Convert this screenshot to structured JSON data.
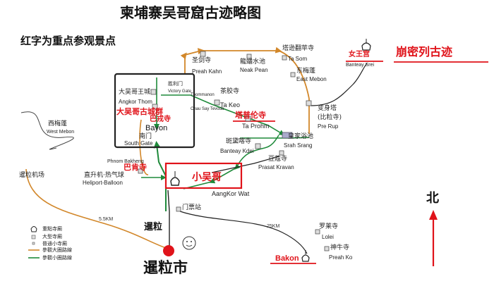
{
  "title": "柬埔寨吴哥窟古迹略图",
  "subtitle": "红字为重点参观景点",
  "north": "北",
  "sites": {
    "preah_kahn_zh": "圣剑寺",
    "preah_kahn_en": "Preah Kahn",
    "neak_pean_zh": "龍蟠水池",
    "neak_pean_en": "Neak Pean",
    "ta_som_zh": "塔逊翻苹寺",
    "ta_som_en": "Ta Som",
    "east_mebon_zh": "东梅蓬",
    "east_mebon_en": "East Mebon",
    "banteay_srei_zh": "女王宫",
    "banteay_srei_en": "Banteay Srei",
    "beng_mealea_zh": "崩密列古迹",
    "angkor_thom_zh": "大吴哥王城",
    "angkor_thom_en": "Angkor Thom",
    "victory_gate": "胜利门",
    "victory_gate_en": "Victory Gate",
    "thommanon": "Thommanon",
    "chau_say": "Chau Say Tevoda",
    "ta_keo_zh": "茶胶寺",
    "ta_keo_en": "Ta Keo",
    "angkor_thom_red": "大吴哥古城群",
    "bayon_red": "巴戎寺",
    "bayon_en": "Bayon",
    "south_gate_zh": "南门",
    "south_gate_en": "South Gate",
    "ta_prohm_red": "塔普伦寺",
    "ta_prohm_en": "Ta Prohm",
    "pre_rup_zh": "变身塔",
    "pre_rup_zh2": "(比粒寺)",
    "pre_rup_en": "Pre Rup",
    "srah_srang_zh": "皇家浴池",
    "srah_srang_en": "Srah Srang",
    "banteay_kdei_zh": "斑黛喀寺",
    "banteay_kdei_en": "Banteay Kdei",
    "prasat_kravan_zh": "豆蔻寺",
    "prasat_kravan_en": "Prasat Kravan",
    "west_mebon_zh": "西梅蓬",
    "west_mebon_en": "West Mebon",
    "phnom_bakheng_en": "Phnom Bakheng",
    "phnom_bakheng_red": "巴肯寺",
    "heliport_zh": "直升机·热气球",
    "heliport_en": "Heliport-Balloon",
    "angkor_wat_red": "小吴哥",
    "angkor_wat_en": "AangKor Wat",
    "airport_zh": "暹粒机场",
    "ticket_zh": "门票站",
    "rolous_zh": "罗莱寺",
    "rolous_en": "Lolei",
    "preah_ko_zh": "神牛寺",
    "preah_ko_en": "Preah Ko",
    "bakong_red": "Bakon"
  },
  "city": {
    "small": "暹粒",
    "big": "暹粒市"
  },
  "distances": {
    "airport": "5.5KM",
    "rolous": "25KM"
  },
  "legend": {
    "item1": "重點寺廟",
    "item2": "大型寺廟",
    "item3": "普通小寺廟",
    "item4": "參觀大圈路線",
    "item5": "參觀小圈路線"
  },
  "colors": {
    "highlight": "#e0131a",
    "small_circuit": "#1e8a3a",
    "big_circuit": "#d2872a",
    "road": "#222222"
  }
}
